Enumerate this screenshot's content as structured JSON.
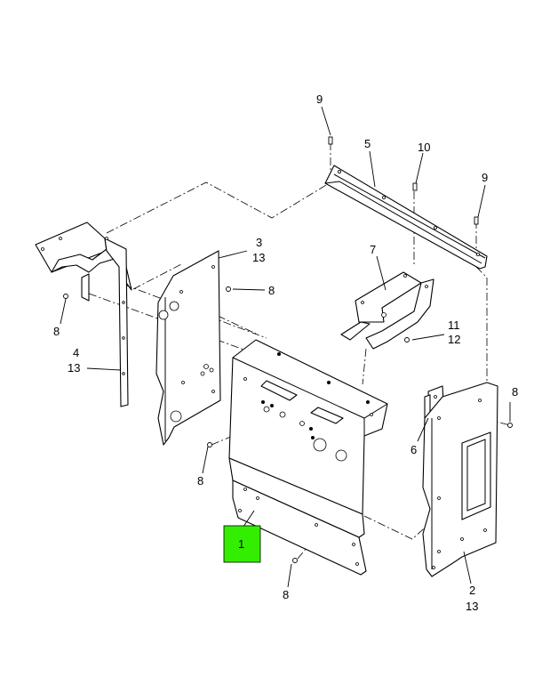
{
  "diagram": {
    "highlight_color": "#33ee00",
    "highlighted_callout": "1",
    "callouts": [
      {
        "id": "c9a",
        "text": "9"
      },
      {
        "id": "c5",
        "text": "5"
      },
      {
        "id": "c10",
        "text": "10"
      },
      {
        "id": "c9b",
        "text": "9"
      },
      {
        "id": "c3",
        "text": "3"
      },
      {
        "id": "c13a",
        "text": "13"
      },
      {
        "id": "c8a",
        "text": "8"
      },
      {
        "id": "c7",
        "text": "7"
      },
      {
        "id": "c8b",
        "text": "8"
      },
      {
        "id": "c11",
        "text": "11"
      },
      {
        "id": "c12",
        "text": "12"
      },
      {
        "id": "c4",
        "text": "4"
      },
      {
        "id": "c13b",
        "text": "13"
      },
      {
        "id": "c8c",
        "text": "8"
      },
      {
        "id": "c6",
        "text": "6"
      },
      {
        "id": "c8d",
        "text": "8"
      },
      {
        "id": "c1",
        "text": "1"
      },
      {
        "id": "c8e",
        "text": "8"
      },
      {
        "id": "c2",
        "text": "2"
      },
      {
        "id": "c13c",
        "text": "13"
      }
    ]
  }
}
